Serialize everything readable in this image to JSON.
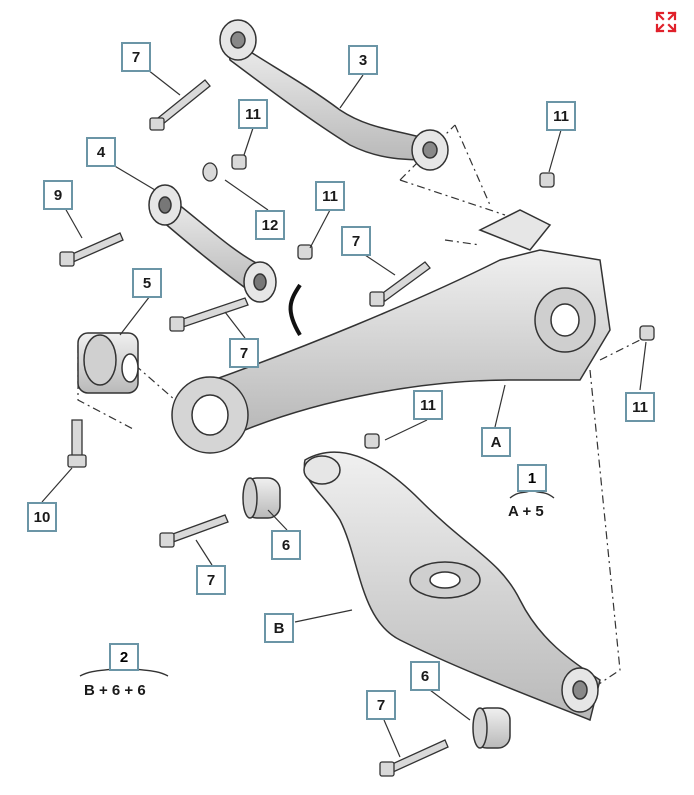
{
  "colors": {
    "callout_border": "#6b95a6",
    "part_fill": "#dcdcdc",
    "part_stroke": "#333333",
    "expand_icon": "#e0202a"
  },
  "icons": {
    "expand": "expand-arrows-icon"
  },
  "callouts": [
    {
      "id": "c7a",
      "label": "7"
    },
    {
      "id": "c3",
      "label": "3"
    },
    {
      "id": "c11a",
      "label": "11"
    },
    {
      "id": "c11b",
      "label": "11"
    },
    {
      "id": "c4",
      "label": "4"
    },
    {
      "id": "c9",
      "label": "9"
    },
    {
      "id": "c12",
      "label": "12"
    },
    {
      "id": "c11c",
      "label": "11"
    },
    {
      "id": "c7b",
      "label": "7"
    },
    {
      "id": "c5",
      "label": "5"
    },
    {
      "id": "c7c",
      "label": "7"
    },
    {
      "id": "c11d",
      "label": "11"
    },
    {
      "id": "c11e",
      "label": "11"
    },
    {
      "id": "cA",
      "label": "A"
    },
    {
      "id": "c10",
      "label": "10"
    },
    {
      "id": "c6a",
      "label": "6"
    },
    {
      "id": "c7d",
      "label": "7"
    },
    {
      "id": "cB",
      "label": "B"
    },
    {
      "id": "c6b",
      "label": "6"
    },
    {
      "id": "c7e",
      "label": "7"
    }
  ],
  "kits": [
    {
      "number": "1",
      "formula": "A + 5"
    },
    {
      "number": "2",
      "formula": "B + 6 + 6"
    }
  ]
}
